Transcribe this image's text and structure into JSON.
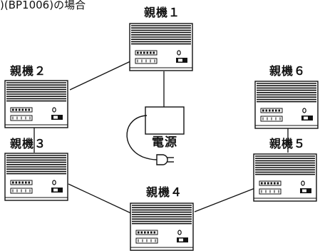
{
  "header": {
    "text": ")(BP1006)の場合"
  },
  "units": [
    {
      "id": "unit-1",
      "label": "親機１"
    },
    {
      "id": "unit-2",
      "label": "親機２"
    },
    {
      "id": "unit-3",
      "label": "親機３"
    },
    {
      "id": "unit-4",
      "label": "親機４"
    },
    {
      "id": "unit-5",
      "label": "親機５"
    },
    {
      "id": "unit-6",
      "label": "親機６"
    }
  ],
  "power": {
    "label": "電源"
  },
  "connections": [
    [
      "unit-1",
      "unit-2"
    ],
    [
      "unit-2",
      "unit-3"
    ],
    [
      "unit-3",
      "unit-4"
    ],
    [
      "unit-4",
      "unit-5"
    ],
    [
      "unit-5",
      "unit-6"
    ],
    [
      "unit-1",
      "power"
    ]
  ]
}
